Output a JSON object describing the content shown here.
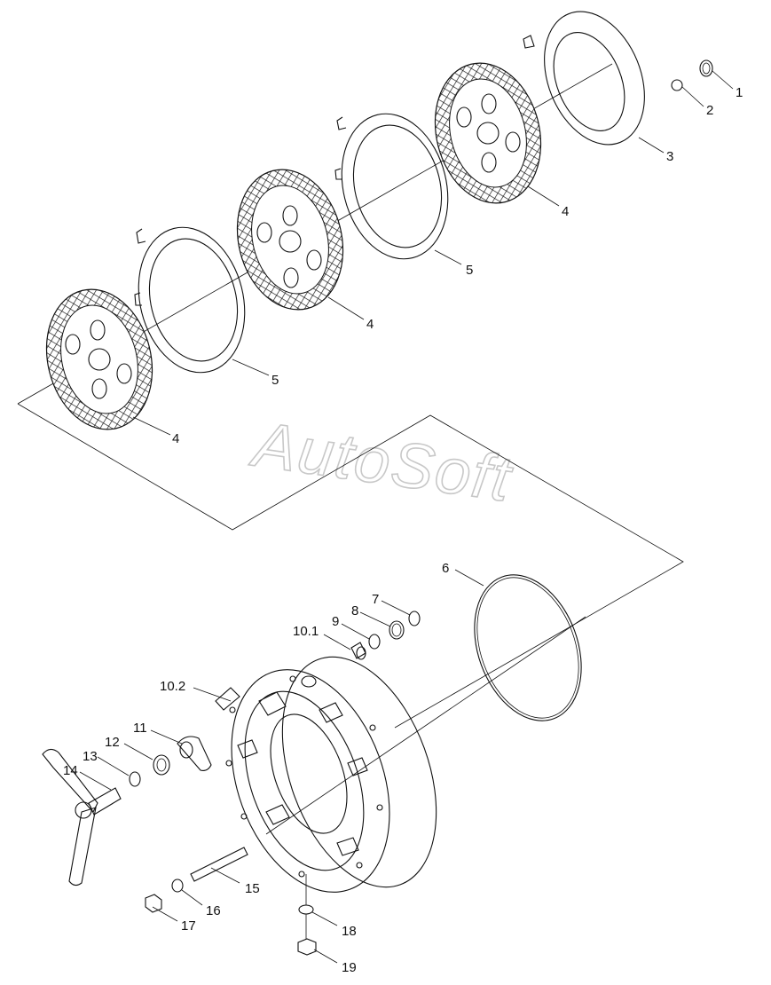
{
  "watermark": "AutoSoft",
  "labels": {
    "p1": "1",
    "p2": "2",
    "p3": "3",
    "p4a": "4",
    "p4b": "4",
    "p4c": "4",
    "p5a": "5",
    "p5b": "5",
    "p6": "6",
    "p7": "7",
    "p8": "8",
    "p9": "9",
    "p10_1": "10.1",
    "p10_2": "10.2",
    "p11": "11",
    "p12": "12",
    "p13": "13",
    "p14": "14",
    "p15": "15",
    "p16": "16",
    "p17": "17",
    "p18": "18",
    "p19": "19"
  },
  "icons": {
    "friction": "friction-disc-icon",
    "steel": "steel-plate-icon",
    "housing": "brake-housing-icon"
  }
}
